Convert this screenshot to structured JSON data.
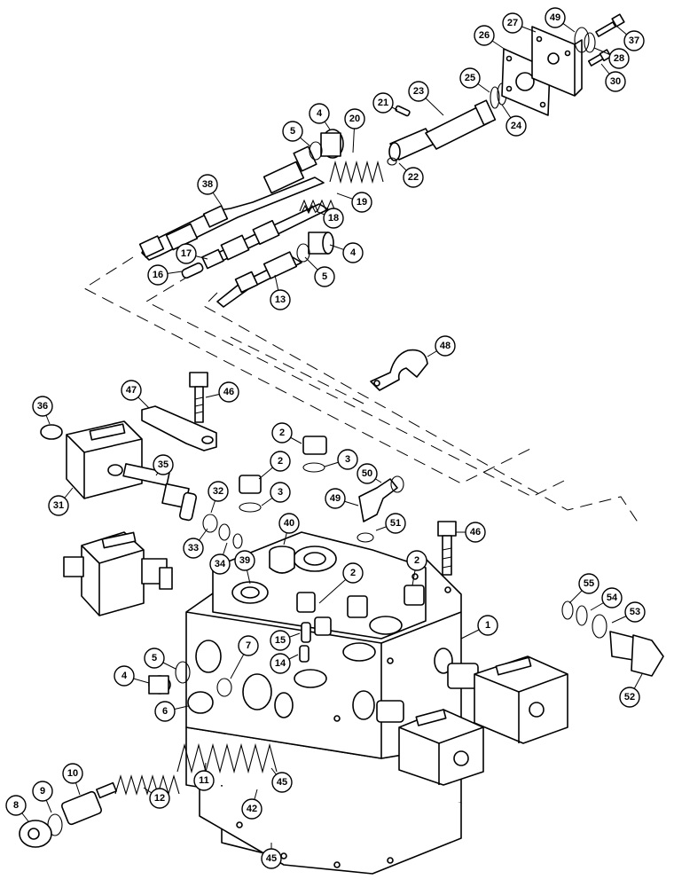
{
  "callouts": [
    {
      "id": "c1",
      "label": "1"
    },
    {
      "id": "c2a",
      "label": "2"
    },
    {
      "id": "c2b",
      "label": "2"
    },
    {
      "id": "c2c",
      "label": "2"
    },
    {
      "id": "c2d",
      "label": "2"
    },
    {
      "id": "c3a",
      "label": "3"
    },
    {
      "id": "c3b",
      "label": "3"
    },
    {
      "id": "c4a",
      "label": "4"
    },
    {
      "id": "c4b",
      "label": "4"
    },
    {
      "id": "c4c",
      "label": "4"
    },
    {
      "id": "c5a",
      "label": "5"
    },
    {
      "id": "c5b",
      "label": "5"
    },
    {
      "id": "c5c",
      "label": "5"
    },
    {
      "id": "c6",
      "label": "6"
    },
    {
      "id": "c7",
      "label": "7"
    },
    {
      "id": "c8",
      "label": "8"
    },
    {
      "id": "c9",
      "label": "9"
    },
    {
      "id": "c10",
      "label": "10"
    },
    {
      "id": "c11",
      "label": "11"
    },
    {
      "id": "c12",
      "label": "12"
    },
    {
      "id": "c13",
      "label": "13"
    },
    {
      "id": "c14",
      "label": "14"
    },
    {
      "id": "c15",
      "label": "15"
    },
    {
      "id": "c16",
      "label": "16"
    },
    {
      "id": "c17",
      "label": "17"
    },
    {
      "id": "c18",
      "label": "18"
    },
    {
      "id": "c19",
      "label": "19"
    },
    {
      "id": "c20",
      "label": "20"
    },
    {
      "id": "c21",
      "label": "21"
    },
    {
      "id": "c22",
      "label": "22"
    },
    {
      "id": "c23",
      "label": "23"
    },
    {
      "id": "c24",
      "label": "24"
    },
    {
      "id": "c25",
      "label": "25"
    },
    {
      "id": "c26",
      "label": "26"
    },
    {
      "id": "c27",
      "label": "27"
    },
    {
      "id": "c28",
      "label": "28"
    },
    {
      "id": "c30",
      "label": "30"
    },
    {
      "id": "c31",
      "label": "31"
    },
    {
      "id": "c32",
      "label": "32"
    },
    {
      "id": "c33",
      "label": "33"
    },
    {
      "id": "c34",
      "label": "34"
    },
    {
      "id": "c35",
      "label": "35"
    },
    {
      "id": "c36",
      "label": "36"
    },
    {
      "id": "c37",
      "label": "37"
    },
    {
      "id": "c38",
      "label": "38"
    },
    {
      "id": "c39",
      "label": "39"
    },
    {
      "id": "c40",
      "label": "40"
    },
    {
      "id": "c42",
      "label": "42"
    },
    {
      "id": "c45a",
      "label": "45"
    },
    {
      "id": "c45b",
      "label": "45"
    },
    {
      "id": "c46a",
      "label": "46"
    },
    {
      "id": "c46b",
      "label": "46"
    },
    {
      "id": "c47",
      "label": "47"
    },
    {
      "id": "c48",
      "label": "48"
    },
    {
      "id": "c49a",
      "label": "49"
    },
    {
      "id": "c49b",
      "label": "49"
    },
    {
      "id": "c50",
      "label": "50"
    },
    {
      "id": "c51",
      "label": "51"
    },
    {
      "id": "c52",
      "label": "52"
    },
    {
      "id": "c53",
      "label": "53"
    },
    {
      "id": "c54",
      "label": "54"
    },
    {
      "id": "c55",
      "label": "55"
    }
  ]
}
